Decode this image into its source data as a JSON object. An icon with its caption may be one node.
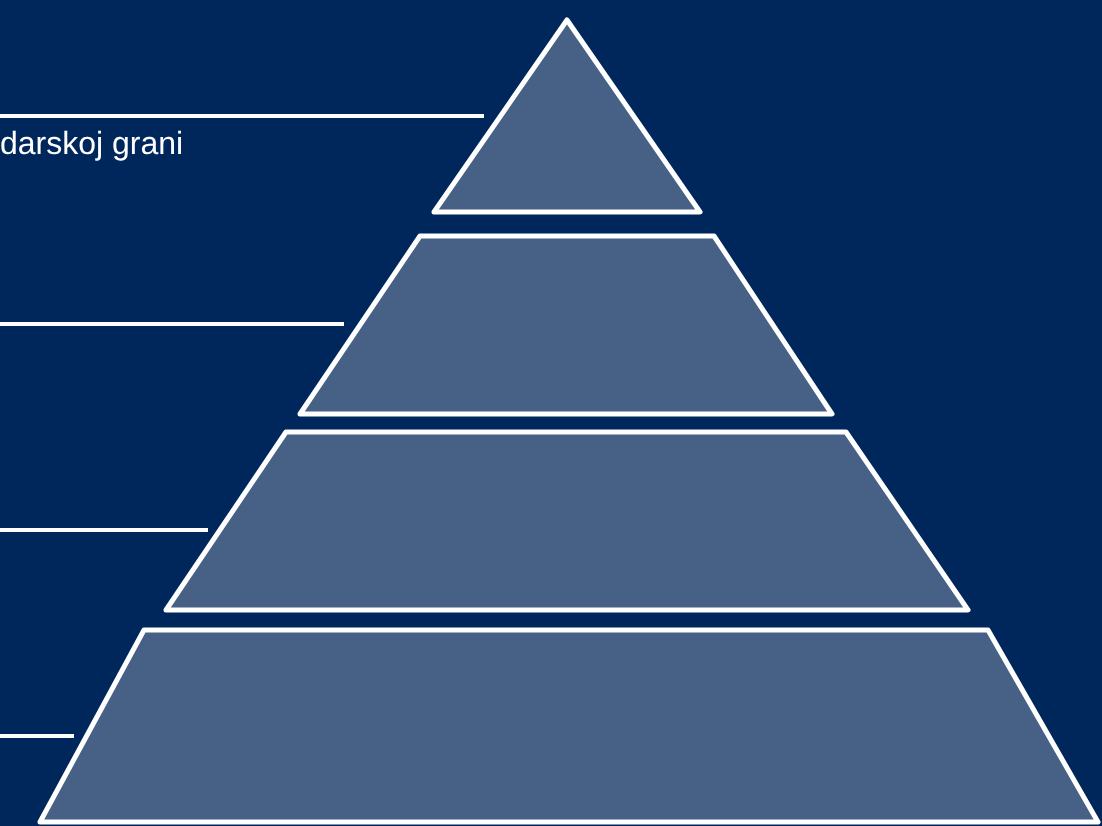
{
  "diagram": {
    "nodes": [
      {
        "text": [],
        "shape": "triangle"
      },
      {
        "text": [],
        "shape": "trapezoid"
      },
      {
        "text": [],
        "shape": "trapezoid"
      },
      {
        "text": [],
        "shape": "trapezoid"
      },
      {
        "text": [
          "darskoj grani"
        ]
      }
    ],
    "edges": [
      {
        "from": 4,
        "to": 0,
        "arrow": "none"
      },
      {
        "from": null,
        "to": 1,
        "arrow": "none"
      },
      {
        "from": null,
        "to": 2,
        "arrow": "none"
      },
      {
        "from": null,
        "to": 3,
        "arrow": "none"
      }
    ]
  }
}
